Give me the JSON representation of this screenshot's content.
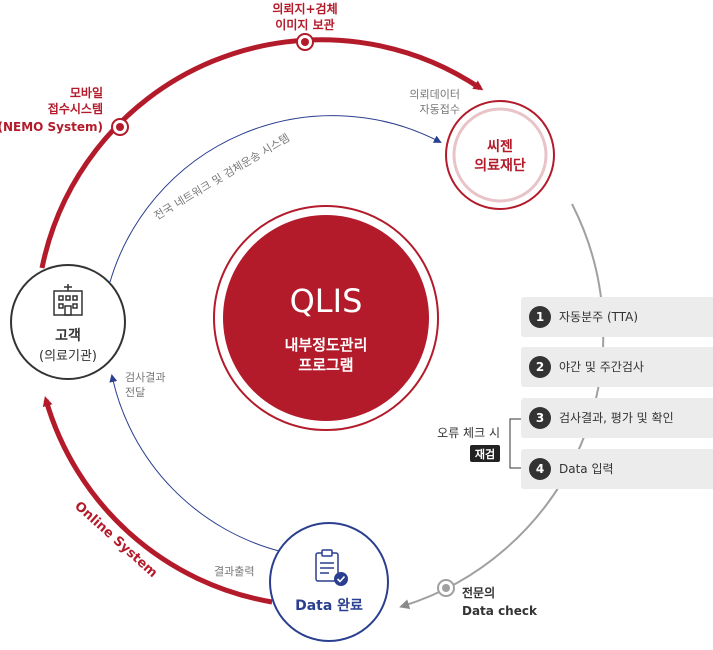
{
  "colors": {
    "accent": "#b31b2b",
    "navy": "#2a3f8f",
    "gray_arc": "#a0a0a0",
    "text_dark": "#333333",
    "text_gray": "#777777"
  },
  "center": {
    "title": "QLIS",
    "subtitle_line1": "내부정도관리",
    "subtitle_line2": "프로그램"
  },
  "nodes": {
    "customer": {
      "line1": "고객",
      "line2": "(의료기관)",
      "icon": "hospital-building-icon"
    },
    "scien": {
      "line1": "씨젠",
      "line2": "의료재단"
    },
    "data_done": {
      "label": "Data 완료",
      "icon": "clipboard-check-icon"
    }
  },
  "markers": {
    "storage": {
      "line1": "의뢰지+검체",
      "line2": "이미지 보관"
    },
    "mobile": {
      "line1": "모바일",
      "line2": "접수시스템",
      "line3": "(NEMO System)"
    },
    "expert_check": {
      "line1": "전문의",
      "line2": "Data check"
    }
  },
  "labels": {
    "request_data": {
      "line1": "의뢰데이터",
      "line2": "자동접수"
    },
    "network": "전국 네트워크 및 검체운송 시스템",
    "result_delivery": {
      "line1": "검사결과",
      "line2": "전달"
    },
    "result_output": "결과출력",
    "online_system": "Online System",
    "error_check": "오류 체크 시",
    "recheck_badge": "재검"
  },
  "steps": [
    {
      "num": "1",
      "label": "자동분주 (TTA)"
    },
    {
      "num": "2",
      "label": "야간 및 주간검사"
    },
    {
      "num": "3",
      "label": "검사결과, 평가 및 확인"
    },
    {
      "num": "4",
      "label": "Data 입력"
    }
  ]
}
